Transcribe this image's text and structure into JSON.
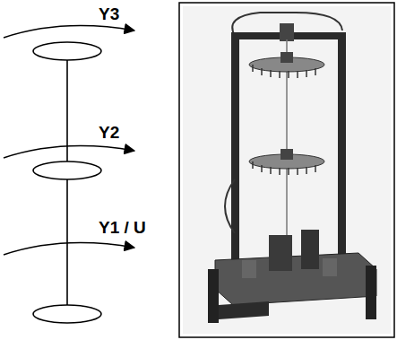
{
  "diagram": {
    "labels": [
      "Y3",
      "Y2",
      "Y1 / U"
    ]
  }
}
